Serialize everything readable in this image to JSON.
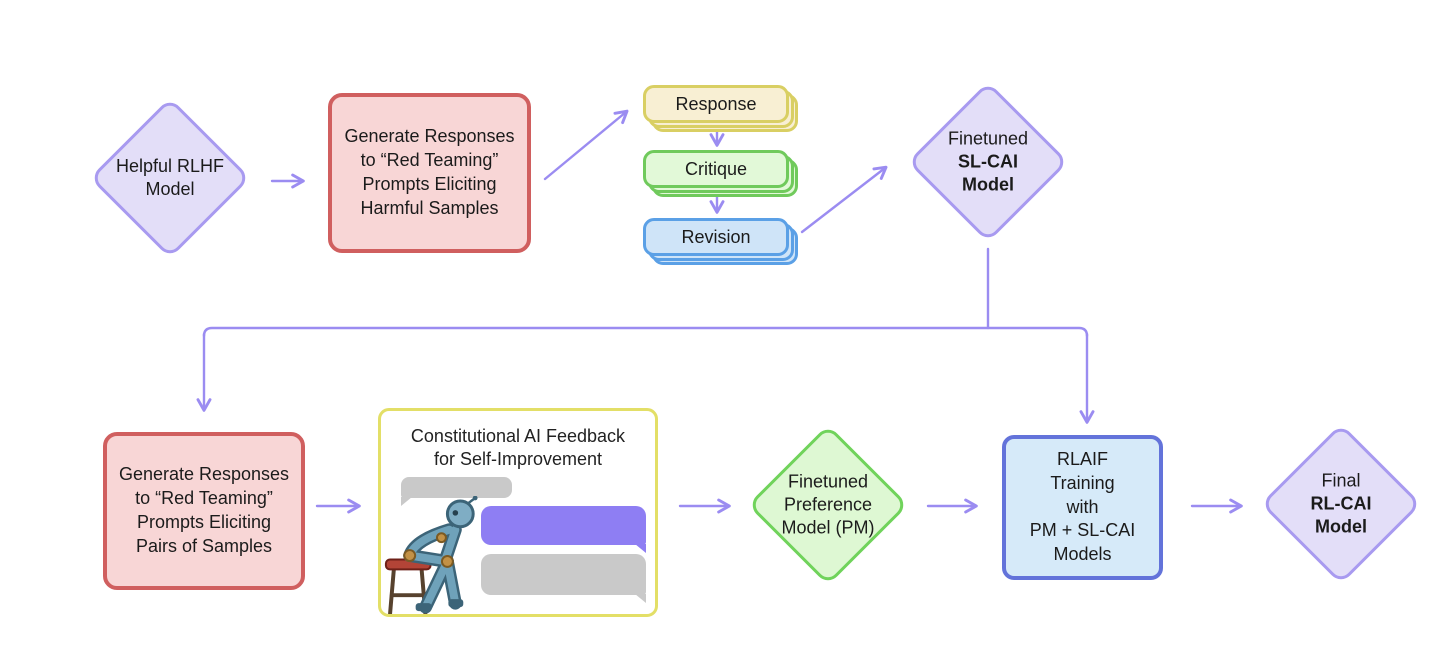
{
  "diagram": {
    "background": "#ffffff",
    "arrow_color": "#9b8cf1"
  },
  "colors": {
    "red_border": "#d05f5f",
    "red_fill": "#f8d6d6",
    "purple_diamond_border": "#a89af0",
    "purple_diamond_fill": "#e3def8",
    "green_diamond_border": "#70d35b",
    "green_diamond_fill": "#def8d3",
    "yellow_card_border": "#d9cf63",
    "yellow_card_fill": "#f8efd3",
    "green_card_border": "#70ca5c",
    "green_card_fill": "#e2f9d8",
    "blue_card_border": "#5ba0e6",
    "blue_card_fill": "#cfe4f8",
    "feedback_panel_border": "#e3df67",
    "rlaif_border": "#6373da",
    "rlaif_fill": "#d6eaf9",
    "bubble_gray": "#c9c9c9",
    "bubble_purple": "#8e7ef3"
  },
  "nodes": {
    "helpful_rlhf": {
      "lines": [
        "Helpful RLHF",
        "Model"
      ]
    },
    "generate_harmful": {
      "lines": [
        "Generate Responses",
        "to “Red Teaming”",
        "Prompts Eliciting",
        "Harmful Samples"
      ]
    },
    "response_card": {
      "label": "Response"
    },
    "critique_card": {
      "label": "Critique"
    },
    "revision_card": {
      "label": "Revision"
    },
    "sl_cai": {
      "line1": "Finetuned",
      "line2": "SL-CAI",
      "line3": "Model"
    },
    "generate_pairs": {
      "lines": [
        "Generate Responses",
        "to “Red Teaming”",
        "Prompts Eliciting",
        "Pairs of Samples"
      ]
    },
    "cai_feedback": {
      "title1": "Constitutional AI Feedback",
      "title2": "for Self-Improvement"
    },
    "preference_model": {
      "lines": [
        "Finetuned",
        "Preference",
        "Model (PM)"
      ]
    },
    "rlaif": {
      "lines": [
        "RLAIF",
        "Training",
        "with",
        "PM + SL-CAI",
        "Models"
      ]
    },
    "final_rl_cai": {
      "line1": "Final",
      "line2": "RL-CAI",
      "line3": "Model"
    }
  }
}
